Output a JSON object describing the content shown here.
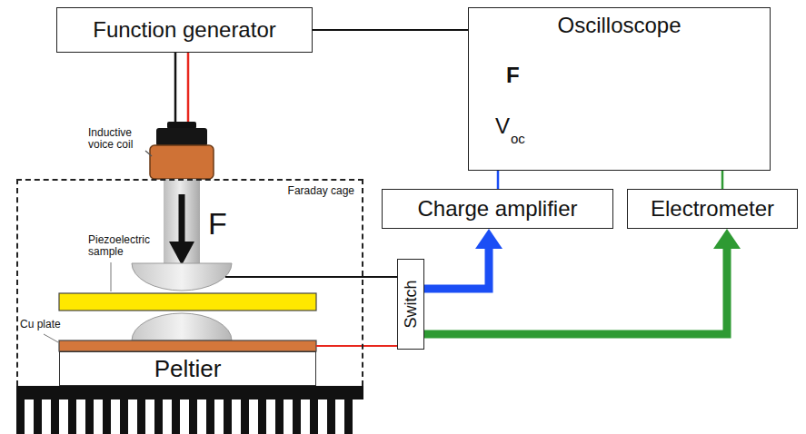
{
  "diagram": {
    "nodes": [
      {
        "text": [
          "Function generator"
        ]
      },
      {
        "text": [
          "Oscilloscope"
        ]
      },
      {
        "text": [
          "Faraday cage"
        ]
      },
      {
        "text": [
          "Charge amplifier"
        ]
      },
      {
        "text": [
          "Electrometer"
        ]
      },
      {
        "text": [
          "Switch"
        ]
      },
      {
        "text": [
          "Peltier"
        ],
        "in": 2
      }
    ],
    "edges": [
      {
        "from": 0,
        "to": 1,
        "arrow": "none"
      },
      {
        "from": 3,
        "to": 1,
        "arrow": "none"
      },
      {
        "from": 4,
        "to": 1,
        "arrow": "none"
      },
      {
        "from": 5,
        "to": 3,
        "arrow": "to"
      },
      {
        "from": 5,
        "to": 4,
        "arrow": "to"
      }
    ],
    "labels": [
      "Inductive voice coil",
      "F",
      "Piezoelectric sample",
      "Cu plate",
      "F",
      "V",
      "oc"
    ]
  }
}
